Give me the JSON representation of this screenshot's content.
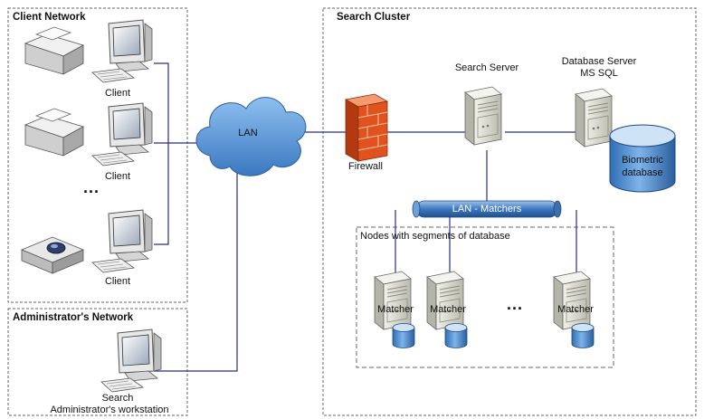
{
  "regions": {
    "client_network": "Client Network",
    "admin_network": "Administrator's Network",
    "search_cluster": "Search Cluster",
    "nodes_group": "Nodes with segments of database"
  },
  "nodes": {
    "client_1": "Client",
    "client_2": "Client",
    "client_3": "Client",
    "client_ellipsis": "...",
    "lan": "LAN",
    "firewall": "Firewall",
    "search_server": "Search Server",
    "db_server_line1": "Database Server",
    "db_server_line2": "MS SQL",
    "biometric_line1": "Biometric",
    "biometric_line2": "database",
    "lan_matchers": "LAN - Matchers",
    "matcher_1": "Matcher",
    "matcher_2": "Matcher",
    "matcher_3": "Matcher",
    "matcher_ellipsis": "...",
    "admin_ws_line1": "Search",
    "admin_ws_line2": "Administrator's workstation"
  },
  "colors": {
    "cloud": "#4f8fd0",
    "firewall": "#e0531e",
    "database": "#3b7cc4",
    "server": "#d9d9cf",
    "line": "#2b2b8a"
  }
}
